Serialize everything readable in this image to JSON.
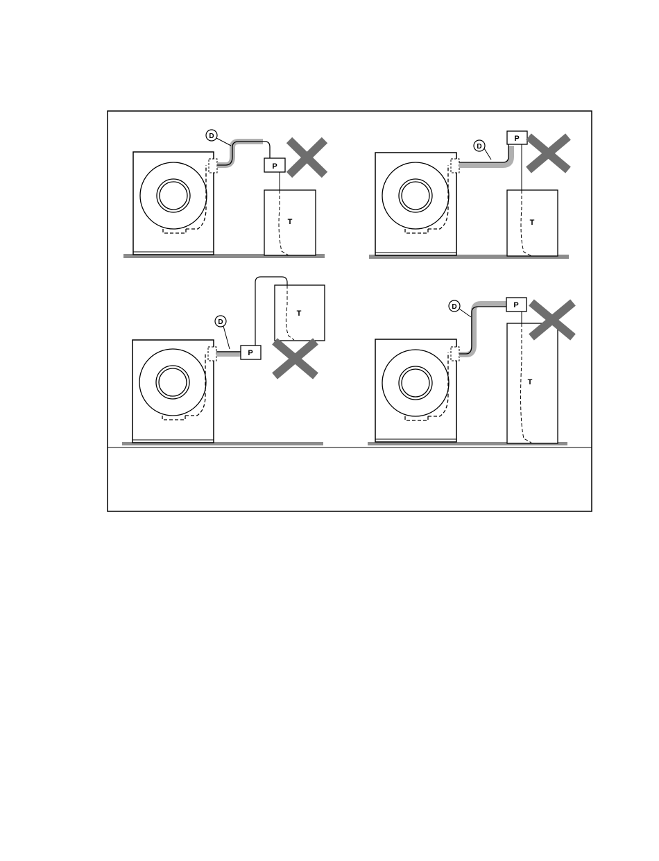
{
  "figure": {
    "colors": {
      "line": "#000000",
      "hose_gray": "#b0b0b0",
      "floor_gray": "#8c8c8c",
      "cross_gray": "#6e6e6e",
      "background": "#ffffff"
    },
    "panels": [
      {
        "id": "top-left",
        "label_d": "D",
        "label_p": "P",
        "label_t": "T",
        "marked_incorrect": true
      },
      {
        "id": "top-right",
        "label_d": "D",
        "label_p": "P",
        "label_t": "T",
        "marked_incorrect": true
      },
      {
        "id": "bottom-left",
        "label_d": "D",
        "label_p": "P",
        "label_t": "T",
        "marked_incorrect": true
      },
      {
        "id": "bottom-right",
        "label_d": "D",
        "label_p": "P",
        "label_t": "T",
        "marked_incorrect": true
      }
    ],
    "icons": {
      "incorrect": "cross-mark-icon"
    }
  }
}
